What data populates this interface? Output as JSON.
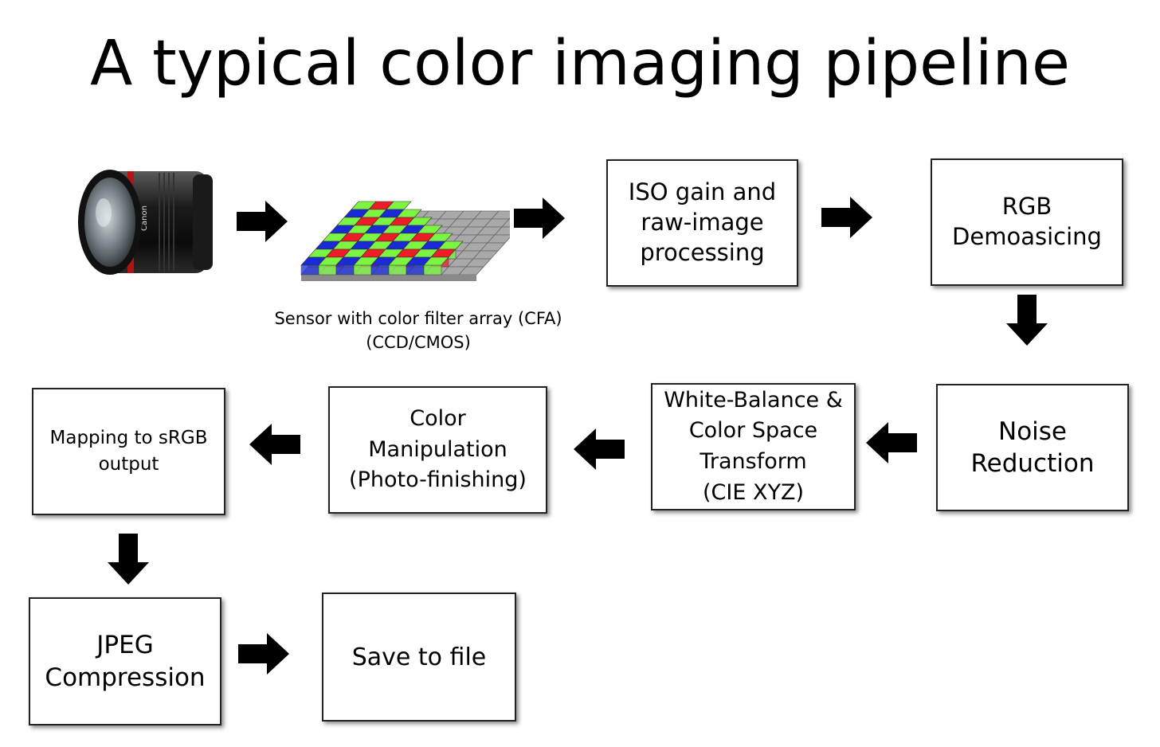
{
  "title": "A typical color imaging pipeline",
  "sensor_caption": {
    "line1": "Sensor with color filter array  (CFA)",
    "line2": "(CCD/CMOS)"
  },
  "lens_label": "Canon",
  "steps": {
    "iso": [
      "ISO gain and",
      "raw-image",
      "processing"
    ],
    "demosaic": [
      "RGB",
      "Demoasicing"
    ],
    "noise": [
      "Noise",
      "Reduction"
    ],
    "wb": [
      "White-Balance &",
      "Color Space",
      "Transform",
      "(CIE XYZ)"
    ],
    "color": [
      "Color",
      "Manipulation",
      "(Photo-finishing)"
    ],
    "srgb": [
      "Mapping to sRGB",
      "output"
    ],
    "jpeg": [
      "JPEG",
      "Compression"
    ],
    "save": [
      "Save to file"
    ]
  },
  "colors": {
    "cfa_red": "#ee1c24",
    "cfa_green": "#7cf542",
    "cfa_blue": "#1a2ad6",
    "sensor_gray": "#a9a9a9",
    "arrow": "#000000"
  },
  "icons": [
    "camera-lens-icon",
    "bayer-filter-icon",
    "arrow-icon"
  ]
}
